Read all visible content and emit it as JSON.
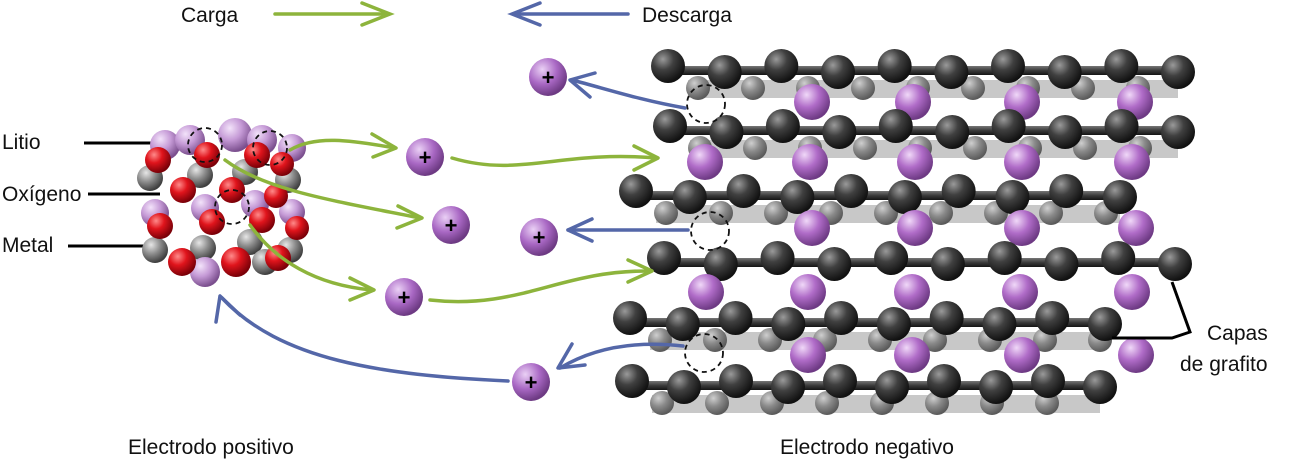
{
  "legend": {
    "charge_label": "Carga",
    "discharge_label": "Descarga",
    "charge_color": "#8db43c",
    "discharge_color": "#5467a8"
  },
  "positive_electrode": {
    "caption": "Electrodo positivo",
    "labels": {
      "lithium": "Litio",
      "oxygen": "Oxígeno",
      "metal": "Metal"
    },
    "colors": {
      "lithium": "#c59ad6",
      "oxygen": "#e0141c",
      "metal": "#8e8e8e"
    }
  },
  "negative_electrode": {
    "caption": "Electrodo negativo",
    "layers_label_line1": "Capas",
    "layers_label_line2": "de grafito",
    "carbon_color": "#3e3e3e",
    "intercalated_lithium_color": "#b06cc8"
  },
  "ion": {
    "symbol": "+",
    "color": "#a968c4"
  }
}
